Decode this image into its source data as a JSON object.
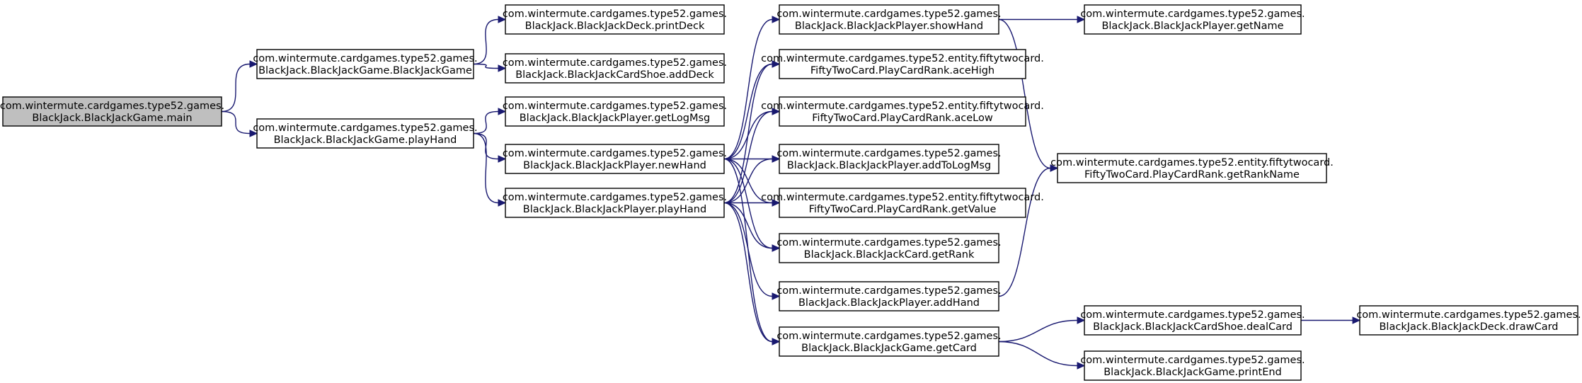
{
  "diagram": {
    "edge_color": "#191970",
    "root_fill": "#bfbfbf",
    "node_fill": "#ffffff",
    "nodes": [
      {
        "id": "main",
        "line1": "com.wintermute.cardgames.type52.games.",
        "line2": "BlackJack.BlackJackGame.main",
        "root": true
      },
      {
        "id": "gameCtor",
        "line1": "com.wintermute.cardgames.type52.games.",
        "line2": "BlackJack.BlackJackGame.BlackJackGame"
      },
      {
        "id": "gamePlayHand",
        "line1": "com.wintermute.cardgames.type52.games.",
        "line2": "BlackJack.BlackJackGame.playHand"
      },
      {
        "id": "printDeck",
        "line1": "com.wintermute.cardgames.type52.games.",
        "line2": "BlackJack.BlackJackDeck.printDeck"
      },
      {
        "id": "addDeck",
        "line1": "com.wintermute.cardgames.type52.games.",
        "line2": "BlackJack.BlackJackCardShoe.addDeck"
      },
      {
        "id": "getLogMsg",
        "line1": "com.wintermute.cardgames.type52.games.",
        "line2": "BlackJack.BlackJackPlayer.getLogMsg"
      },
      {
        "id": "newHand",
        "line1": "com.wintermute.cardgames.type52.games.",
        "line2": "BlackJack.BlackJackPlayer.newHand"
      },
      {
        "id": "playerPlayHand",
        "line1": "com.wintermute.cardgames.type52.games.",
        "line2": "BlackJack.BlackJackPlayer.playHand"
      },
      {
        "id": "showHand",
        "line1": "com.wintermute.cardgames.type52.games.",
        "line2": "BlackJack.BlackJackPlayer.showHand"
      },
      {
        "id": "aceHigh",
        "line1": "com.wintermute.cardgames.type52.entity.fiftytwocard.",
        "line2": "FiftyTwoCard.PlayCardRank.aceHigh"
      },
      {
        "id": "aceLow",
        "line1": "com.wintermute.cardgames.type52.entity.fiftytwocard.",
        "line2": "FiftyTwoCard.PlayCardRank.aceLow"
      },
      {
        "id": "addToLogMsg",
        "line1": "com.wintermute.cardgames.type52.games.",
        "line2": "BlackJack.BlackJackPlayer.addToLogMsg"
      },
      {
        "id": "getValue",
        "line1": "com.wintermute.cardgames.type52.entity.fiftytwocard.",
        "line2": "FiftyTwoCard.PlayCardRank.getValue"
      },
      {
        "id": "getRank",
        "line1": "com.wintermute.cardgames.type52.games.",
        "line2": "BlackJack.BlackJackCard.getRank"
      },
      {
        "id": "addHand",
        "line1": "com.wintermute.cardgames.type52.games.",
        "line2": "BlackJack.BlackJackPlayer.addHand"
      },
      {
        "id": "getCard",
        "line1": "com.wintermute.cardgames.type52.games.",
        "line2": "BlackJack.BlackJackGame.getCard"
      },
      {
        "id": "getName",
        "line1": "com.wintermute.cardgames.type52.games.",
        "line2": "BlackJack.BlackJackPlayer.getName"
      },
      {
        "id": "getRankName",
        "line1": "com.wintermute.cardgames.type52.entity.fiftytwocard.",
        "line2": "FiftyTwoCard.PlayCardRank.getRankName"
      },
      {
        "id": "dealCard",
        "line1": "com.wintermute.cardgames.type52.games.",
        "line2": "BlackJack.BlackJackCardShoe.dealCard"
      },
      {
        "id": "printEnd",
        "line1": "com.wintermute.cardgames.type52.games.",
        "line2": "BlackJack.BlackJackGame.printEnd"
      },
      {
        "id": "drawCard",
        "line1": "com.wintermute.cardgames.type52.games.",
        "line2": "BlackJack.BlackJackDeck.drawCard"
      }
    ],
    "edges": [
      {
        "from": "main",
        "to": "gameCtor"
      },
      {
        "from": "main",
        "to": "gamePlayHand"
      },
      {
        "from": "gameCtor",
        "to": "printDeck"
      },
      {
        "from": "gameCtor",
        "to": "addDeck"
      },
      {
        "from": "gamePlayHand",
        "to": "getLogMsg"
      },
      {
        "from": "gamePlayHand",
        "to": "newHand"
      },
      {
        "from": "gamePlayHand",
        "to": "playerPlayHand"
      },
      {
        "from": "newHand",
        "to": "showHand"
      },
      {
        "from": "newHand",
        "to": "aceHigh"
      },
      {
        "from": "newHand",
        "to": "aceLow"
      },
      {
        "from": "newHand",
        "to": "addToLogMsg"
      },
      {
        "from": "newHand",
        "to": "getValue"
      },
      {
        "from": "newHand",
        "to": "getRank"
      },
      {
        "from": "newHand",
        "to": "getCard"
      },
      {
        "from": "playerPlayHand",
        "to": "aceHigh"
      },
      {
        "from": "playerPlayHand",
        "to": "aceLow"
      },
      {
        "from": "playerPlayHand",
        "to": "addToLogMsg"
      },
      {
        "from": "playerPlayHand",
        "to": "getValue"
      },
      {
        "from": "playerPlayHand",
        "to": "getRank"
      },
      {
        "from": "playerPlayHand",
        "to": "addHand"
      },
      {
        "from": "playerPlayHand",
        "to": "getCard"
      },
      {
        "from": "showHand",
        "to": "getName"
      },
      {
        "from": "showHand",
        "to": "getRankName"
      },
      {
        "from": "addHand",
        "to": "getRankName"
      },
      {
        "from": "getCard",
        "to": "dealCard"
      },
      {
        "from": "getCard",
        "to": "printEnd"
      },
      {
        "from": "dealCard",
        "to": "drawCard"
      }
    ]
  }
}
